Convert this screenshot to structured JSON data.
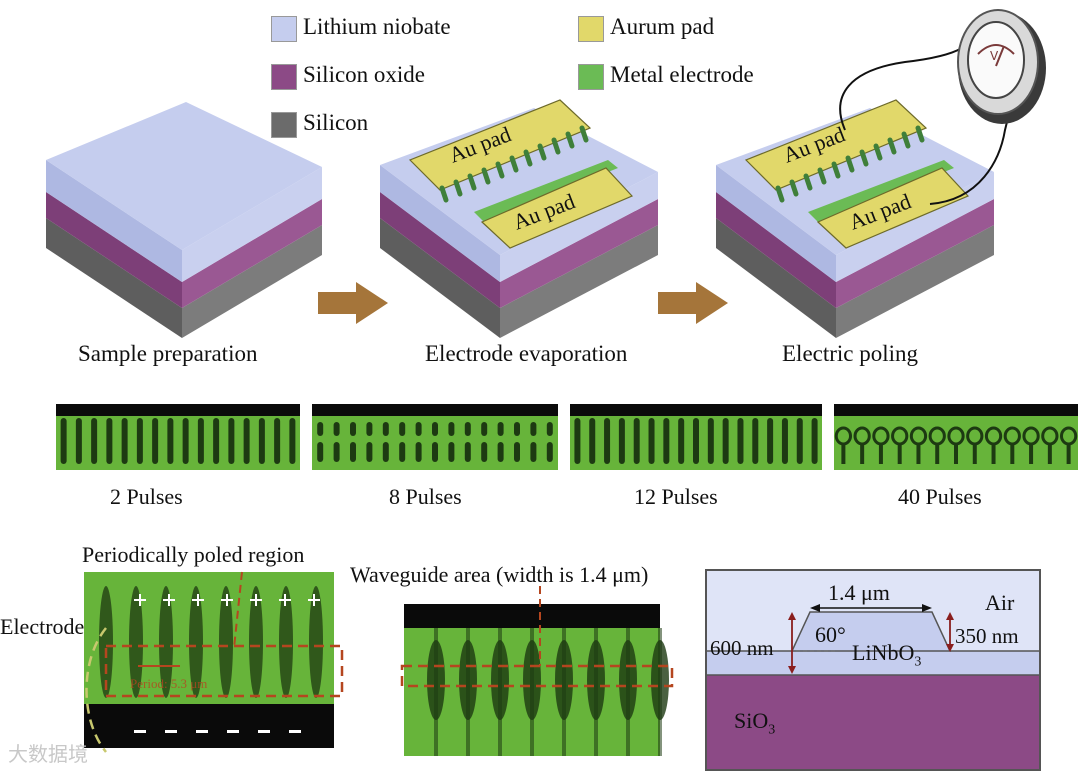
{
  "legend": [
    {
      "label": "Lithium niobate",
      "color": "#c5cdee"
    },
    {
      "label": "Silicon oxide",
      "color": "#8c4a86"
    },
    {
      "label": "Silicon",
      "color": "#6b6b6b"
    },
    {
      "label": "Aurum pad",
      "color": "#e1d86a"
    },
    {
      "label": "Metal electrode",
      "color": "#6bbb55"
    }
  ],
  "steps": [
    {
      "caption": "Sample preparation"
    },
    {
      "caption": "Electrode evaporation",
      "pad_top": "Au pad",
      "pad_bottom": "Au pad"
    },
    {
      "caption": "Electric poling",
      "pad_top": "Au pad",
      "pad_bottom": "Au pad"
    }
  ],
  "pulses": [
    "2 Pulses",
    "8 Pulses",
    "12 Pulses",
    "40 Pulses"
  ],
  "bottom": {
    "poled_region_label": "Periodically poled region",
    "electrodes_label": "Electrodes",
    "period_label": "Period: 5.3 μm",
    "waveguide_label": "Waveguide area (width is 1.4 μm)",
    "cross_section": {
      "air": "Air",
      "width": "1.4 μm",
      "angle": "60°",
      "ridge": "LiNbO",
      "ridge_sub": "3",
      "left_thick": "600 nm",
      "right_thick": "350 nm",
      "substrate": "SiO",
      "substrate_sub": "3"
    }
  },
  "watermark": "大数据境",
  "colors": {
    "linbo3": "#c5cdee",
    "sio2": "#8c4a86",
    "si": "#6b6b6b",
    "au": "#e1d86a",
    "electrode": "#6bbb55",
    "arrow": "#a5753a",
    "micro_green": "#67b43a"
  }
}
